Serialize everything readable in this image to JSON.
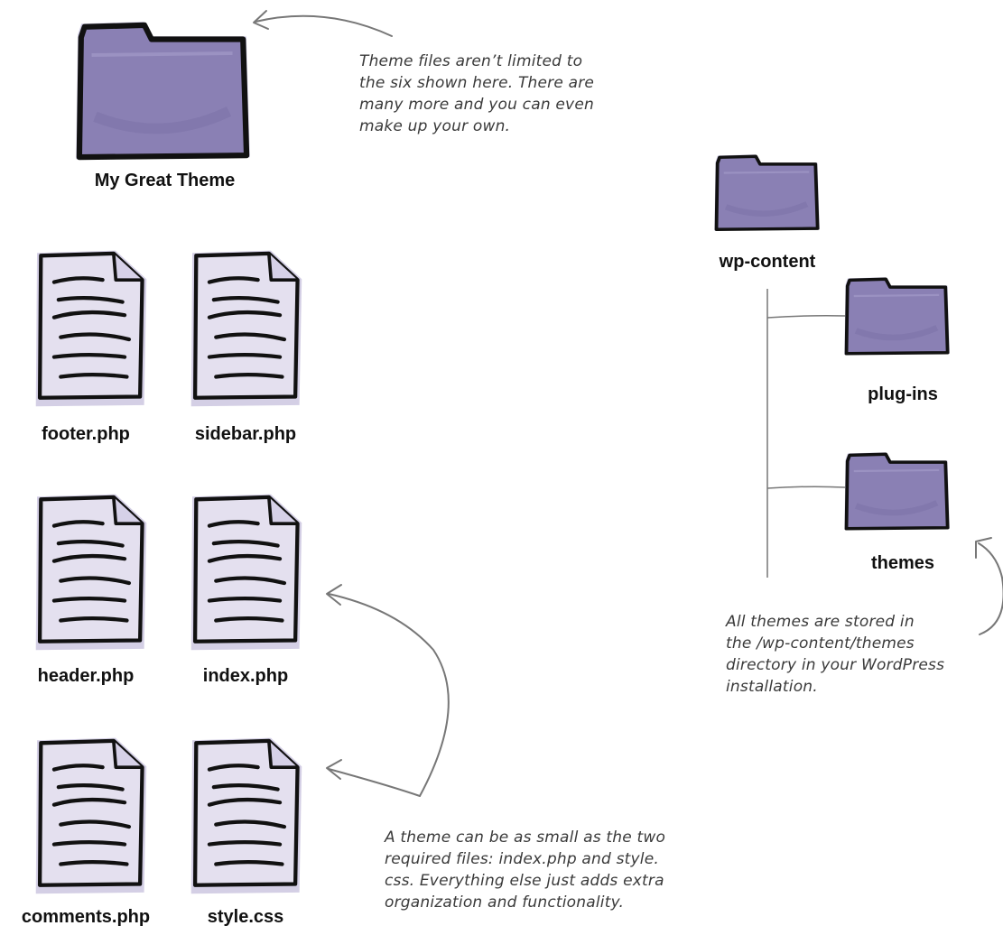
{
  "theme_folder": {
    "label": "My Great Theme",
    "icon": "folder-icon"
  },
  "files": [
    {
      "name": "footer.php",
      "icon": "document-icon"
    },
    {
      "name": "sidebar.php",
      "icon": "document-icon"
    },
    {
      "name": "header.php",
      "icon": "document-icon"
    },
    {
      "name": "index.php",
      "icon": "document-icon"
    },
    {
      "name": "comments.php",
      "icon": "document-icon"
    },
    {
      "name": "style.css",
      "icon": "document-icon"
    }
  ],
  "tree": {
    "root": {
      "label": "wp-content",
      "icon": "folder-icon"
    },
    "children": [
      {
        "label": "plug-ins",
        "icon": "folder-icon"
      },
      {
        "label": "themes",
        "icon": "folder-icon"
      }
    ]
  },
  "annotations": {
    "theme_files": [
      "Theme files aren’t limited to",
      "the six shown here. There are",
      "many more and you can even",
      "make up your own."
    ],
    "themes_dir": [
      "All themes are stored in",
      "the /wp-content/themes",
      "directory in your WordPress",
      "installation."
    ],
    "minimal_theme": [
      "A theme can be as small as the two",
      "required files: index.php and style.",
      "css. Everything else just adds extra",
      "organization and functionality."
    ]
  },
  "colors": {
    "folder_fill": "#8a80b4",
    "folder_shadow": "#b7b0d6",
    "document_fill": "#e4e0ef",
    "outline": "#111111",
    "annotation_line": "#777777"
  }
}
